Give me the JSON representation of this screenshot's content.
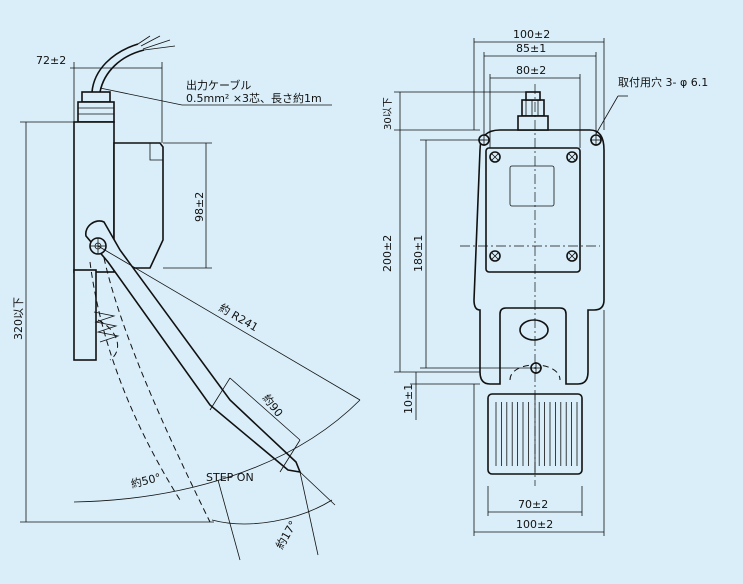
{
  "side_view": {
    "dim_cable_offset": "72±2",
    "callout_cable_title": "出力ケーブル",
    "callout_cable_spec": "0.5mm² ×3芯、長さ約1m",
    "dim_body_height": "98±2",
    "dim_total_height": "320以下",
    "dim_radius": "約 R241",
    "dim_pedal_length": "約90",
    "dim_angle_stroke": "約50°",
    "dim_angle_step": "約17°",
    "label_step_on": "STEP ON"
  },
  "front_view": {
    "dim_width_total": "100±2",
    "dim_width_holes": "85±1",
    "dim_width_box": "80±2",
    "callout_mount_hole": "取付用穴 3- φ 6.1",
    "dim_top_offset": "30以下",
    "dim_length_total": "200±2",
    "dim_length_holes": "180±1",
    "dim_bottom_offset": "10±1",
    "dim_pedal_width": "70±2",
    "dim_base_width": "100±2"
  }
}
